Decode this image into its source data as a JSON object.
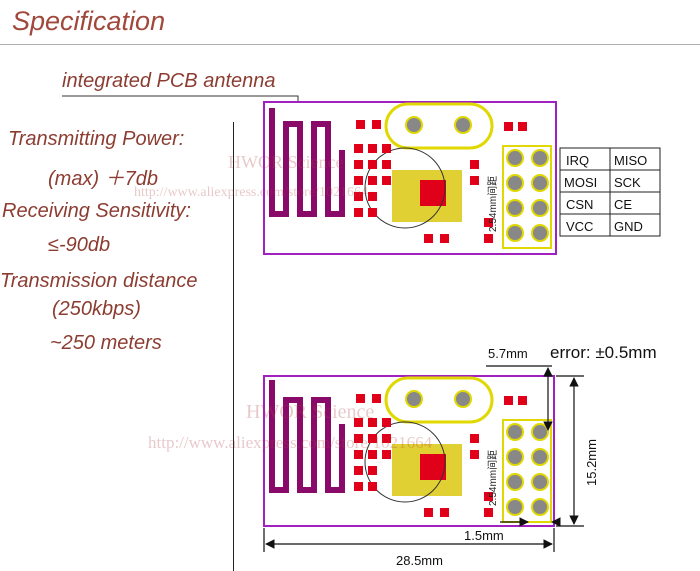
{
  "title": "Specification",
  "antenna_label": "integrated PCB antenna",
  "specs": {
    "tx_power_label": "Transmitting Power:",
    "tx_power_value": "(max) ＋7db",
    "rx_sens_label": "Receiving Sensitivity:",
    "rx_sens_value": "≤-90db",
    "distance_label": "Transmission distance",
    "distance_rate": "(250kbps)",
    "distance_value": "~250 meters"
  },
  "pinout": [
    [
      "IRQ",
      "MISO"
    ],
    [
      "MOSI",
      "SCK"
    ],
    [
      "CSN",
      "CE"
    ],
    [
      "VCC",
      "GND"
    ]
  ],
  "pin_pitch_label": "2.54mm间距",
  "watermark_brand": "HWOR Science",
  "watermark_url": "http://www.aliexpress.com/store/1021664",
  "dimensions": {
    "pin_offset": "5.7mm",
    "error": "error: ±0.5mm",
    "height": "15.2mm",
    "width": "28.5mm",
    "pin_margin": "1.5mm"
  },
  "colors": {
    "outline": "#a020c0",
    "pad": "#e0001a",
    "trace": "#8a0a6a",
    "crystal": "#e0d800",
    "text_accent": "#8c3d32"
  }
}
